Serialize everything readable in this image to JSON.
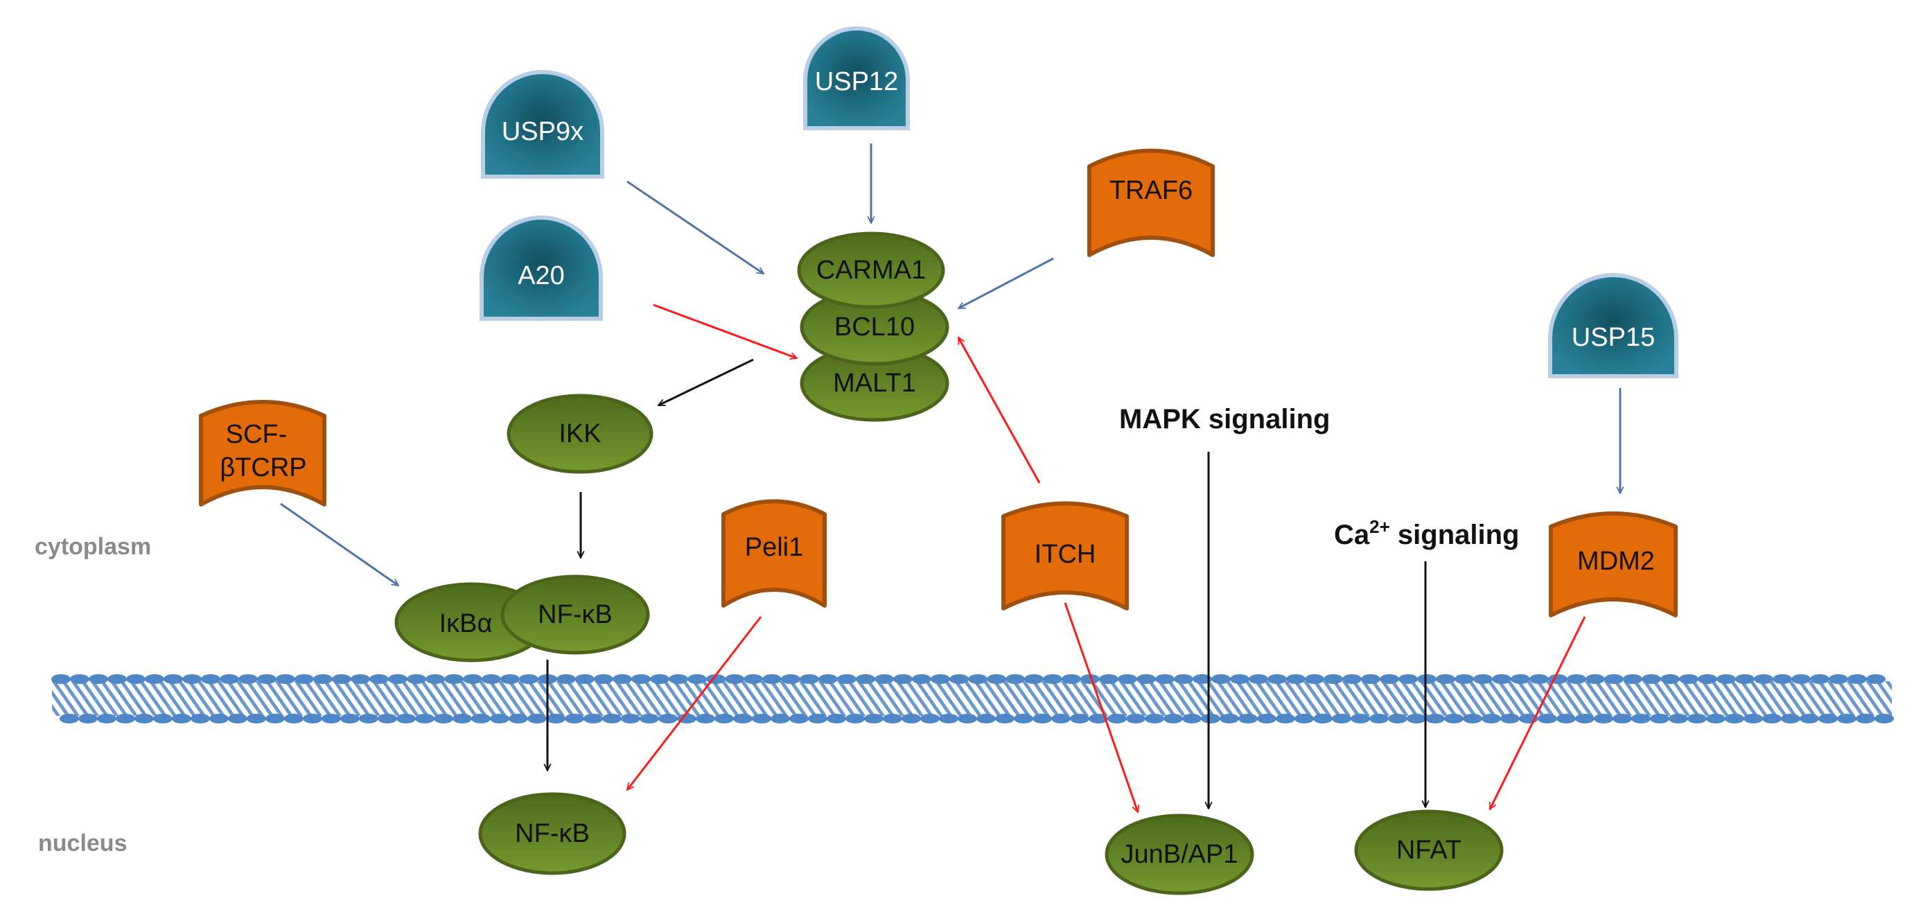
{
  "figure": {
    "type": "signaling-pathway",
    "colors": {
      "dub_fill": "#217a8f",
      "dub_border": "#b8cde6",
      "e3_fill": "#e36c09",
      "e3_border": "#a0500c",
      "protein_fill": "#5f7f25",
      "protein_border": "#4a6419",
      "arrow_blue": "#4f73a8",
      "arrow_red": "#ff1a1a",
      "arrow_black": "#111111",
      "membrane": "#4f86c6",
      "region_label": "#8a8a8a"
    }
  },
  "regions": {
    "cytoplasm": "cytoplasm",
    "nucleus": "nucleus"
  },
  "signals": {
    "mapk": "MAPK signaling",
    "ca_prefix": "Ca",
    "ca_superscript": "2+",
    "ca_suffix": " signaling"
  },
  "dubs": [
    {
      "id": "usp9x",
      "label": "USP9x"
    },
    {
      "id": "usp12",
      "label": "USP12"
    },
    {
      "id": "a20",
      "label": "A20"
    },
    {
      "id": "usp15",
      "label": "USP15"
    }
  ],
  "e3_ligases": [
    {
      "id": "traf6",
      "label": "TRAF6"
    },
    {
      "id": "scf",
      "label_line1": "SCF-",
      "label_line2": "βTCRP"
    },
    {
      "id": "peli1",
      "label": "Peli1"
    },
    {
      "id": "itch",
      "label": "ITCH"
    },
    {
      "id": "mdm2",
      "label": "MDM2"
    }
  ],
  "proteins": [
    {
      "id": "carma1",
      "label": "CARMA1"
    },
    {
      "id": "bcl10",
      "label": "BCL10"
    },
    {
      "id": "malt1",
      "label": "MALT1"
    },
    {
      "id": "ikk",
      "label": "IKK"
    },
    {
      "id": "ikba",
      "label": "IκBα"
    },
    {
      "id": "nfkb_cyto",
      "label": "NF-κB"
    },
    {
      "id": "nfkb_nuc",
      "label": "NF-κB"
    },
    {
      "id": "junb",
      "label": "JunB/AP1"
    },
    {
      "id": "nfat",
      "label": "NFAT"
    }
  ],
  "edges": [
    {
      "from": "USP9x",
      "to": "CARMA1",
      "type": "deubiquitination",
      "color": "blue"
    },
    {
      "from": "USP12",
      "to": "CARMA1",
      "type": "deubiquitination",
      "color": "blue"
    },
    {
      "from": "TRAF6",
      "to": "BCL10",
      "type": "deubiquitination",
      "color": "blue"
    },
    {
      "from": "A20",
      "to": "MALT1",
      "type": "inhibition",
      "color": "red"
    },
    {
      "from": "ITCH",
      "to": "BCL10",
      "type": "inhibition",
      "color": "red"
    },
    {
      "from": "CBM complex",
      "to": "IKK",
      "type": "activation",
      "color": "black"
    },
    {
      "from": "IKK",
      "to": "IκBα/NF-κB",
      "type": "activation",
      "color": "black"
    },
    {
      "from": "SCF-βTCRP",
      "to": "IκBα",
      "type": "ubiquitination",
      "color": "blue"
    },
    {
      "from": "NF-κB (cytoplasm)",
      "to": "NF-κB (nucleus)",
      "type": "translocation",
      "color": "black"
    },
    {
      "from": "Peli1",
      "to": "NF-κB (nucleus)",
      "type": "inhibition",
      "color": "red"
    },
    {
      "from": "ITCH",
      "to": "JunB/AP1",
      "type": "inhibition",
      "color": "red"
    },
    {
      "from": "MAPK signaling",
      "to": "JunB/AP1",
      "type": "activation",
      "color": "black"
    },
    {
      "from": "Ca2+ signaling",
      "to": "NFAT",
      "type": "activation",
      "color": "black"
    },
    {
      "from": "USP15",
      "to": "MDM2",
      "type": "deubiquitination",
      "color": "blue"
    },
    {
      "from": "MDM2",
      "to": "NFAT",
      "type": "inhibition",
      "color": "red"
    }
  ]
}
